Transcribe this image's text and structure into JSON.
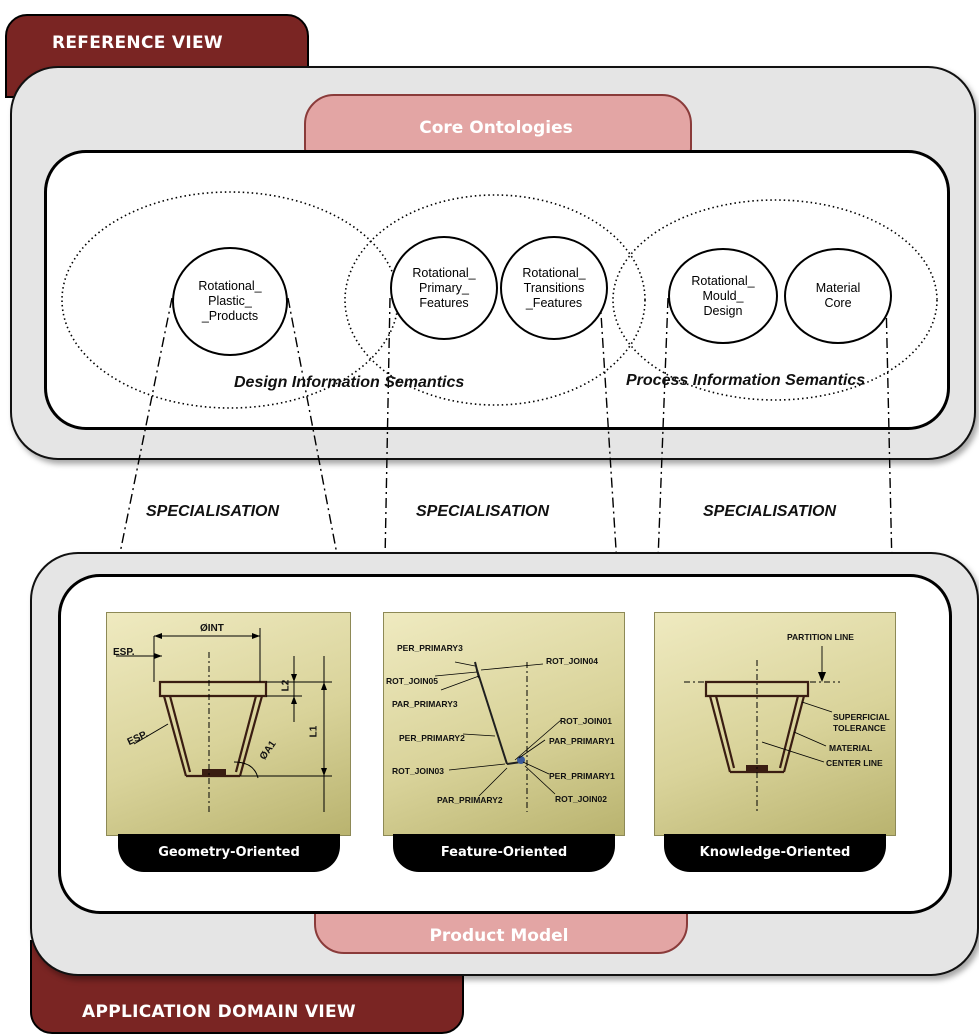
{
  "reference_view": {
    "title": "REFERENCE VIEW",
    "core_title": "Core Ontologies",
    "nodes": [
      {
        "label": "Rotational_\nPlastic_\n_Products"
      },
      {
        "label": "Rotational_\nPrimary_\nFeatures"
      },
      {
        "label": "Rotational_\nTransitions\n_Features"
      },
      {
        "label": "Rotational_\nMould_\nDesign"
      },
      {
        "label": "Material\nCore"
      }
    ],
    "design_semantics": "Design Information Semantics",
    "process_semantics": "Process Information Semantics"
  },
  "specialisation_labels": [
    "SPECIALISATION",
    "SPECIALISATION",
    "SPECIALISATION"
  ],
  "application_view": {
    "title": "APPLICATION DOMAIN VIEW",
    "product_model": "Product Model",
    "panels": [
      {
        "caption": "Geometry-Oriented",
        "labels": [
          "ØINT",
          "ESP.",
          "ESP.",
          "L2",
          "L1",
          "ØA1"
        ]
      },
      {
        "caption": "Feature-Oriented",
        "labels": [
          "PER_PRIMARY3",
          "ROT_JOIN04",
          "ROT_JOIN05",
          "PAR_PRIMARY3",
          "PER_PRIMARY2",
          "ROT_JOIN01",
          "PAR_PRIMARY1",
          "ROT_JOIN03",
          "PER_PRIMARY1",
          "PAR_PRIMARY2",
          "ROT_JOIN02"
        ]
      },
      {
        "caption": "Knowledge-Oriented",
        "labels": [
          "PARTITION LINE",
          "SUPERFICIAL\nTOLERANCE",
          "MATERIAL",
          "CENTER LINE"
        ]
      }
    ]
  },
  "colors": {
    "dark_tab": "#7a2523",
    "pink_tab": "#e3a5a4",
    "panel_gray": "#e5e5e5",
    "image_fill": "#d9d39a"
  }
}
